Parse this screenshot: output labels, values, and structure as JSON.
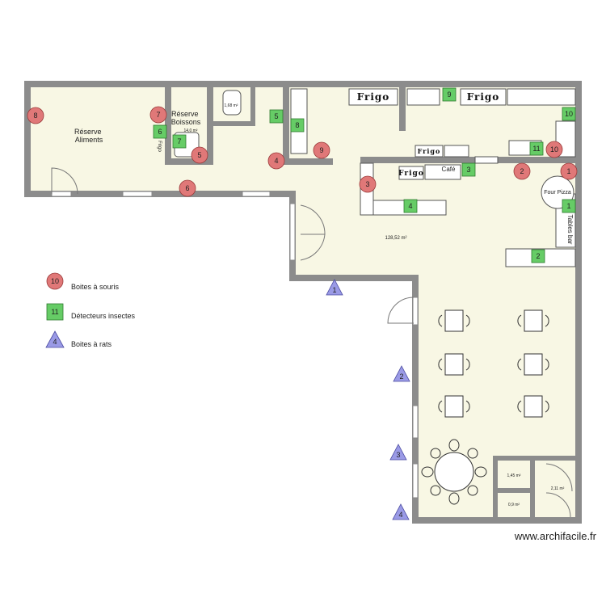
{
  "rooms": {
    "reserve_aliments": "Réserve\nAliments",
    "reserve_boissons": "Réserve\nBoissons",
    "boissons_area": "14,0 m²",
    "wc_top_area": "1,68 m²",
    "main_area": "128,52 m²",
    "wc_bottom_area": "2,11 m²",
    "wc_a_area": "1,45 m²",
    "wc_b_area": "0,9 m²"
  },
  "labels": {
    "frigo": "Frigo",
    "cafe": "Café",
    "four_pizza": "Four Pizza",
    "tables_bar": "Tables bar",
    "frigo_side": "Frigo"
  },
  "legend": {
    "mouse": {
      "number": "10",
      "label": "Boites à souris"
    },
    "insect": {
      "number": "11",
      "label": "Détecteurs insectes"
    },
    "rat": {
      "number": "4",
      "label": "Boites à rats"
    }
  },
  "markers": {
    "mouse_boxes": [
      "1",
      "2",
      "3",
      "4",
      "5",
      "6",
      "7",
      "8",
      "9",
      "10"
    ],
    "insect_detectors": [
      "1",
      "2",
      "3",
      "4",
      "5",
      "6",
      "7",
      "8",
      "9",
      "10",
      "11"
    ],
    "rat_boxes": [
      "1",
      "2",
      "3",
      "4"
    ]
  },
  "colors": {
    "wall": "#8c8c8c",
    "floor": "#f8f7e4",
    "mouse_fill": "#e07878",
    "insect_fill": "#66cc66",
    "rat_fill": "#9a9ae6"
  },
  "watermark": "www.archifacile.fr"
}
